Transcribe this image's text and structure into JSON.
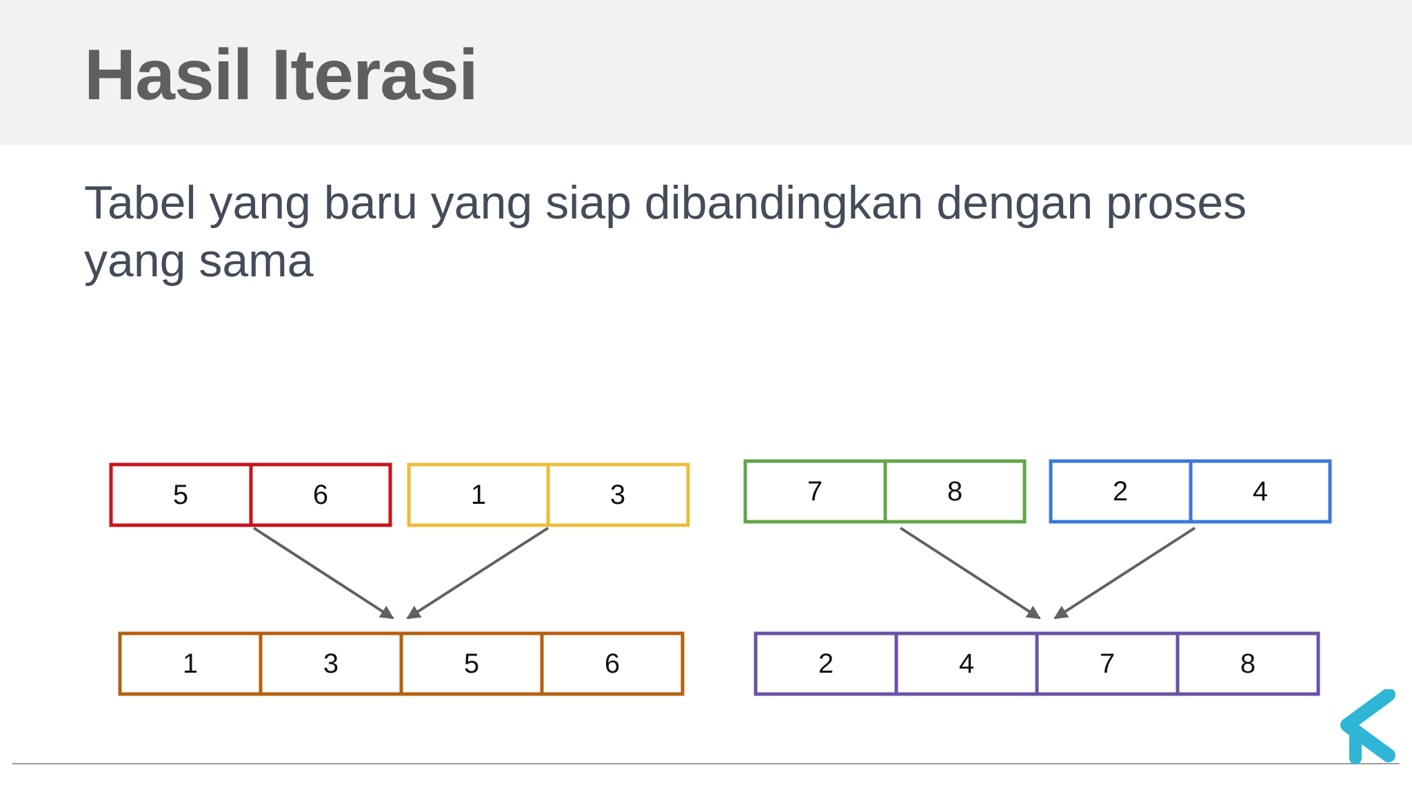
{
  "slide": {
    "title": "Hasil Iterasi",
    "subtitle": "Tabel yang baru yang siap dibandingkan dengan proses yang sama"
  },
  "diagram": {
    "top_tables": [
      {
        "color": "#c8141c",
        "values": [
          "5",
          "6"
        ]
      },
      {
        "color": "#ebbd3a",
        "values": [
          "1",
          "3"
        ]
      },
      {
        "color": "#63a54a",
        "values": [
          "7",
          "8"
        ]
      },
      {
        "color": "#3b78d8",
        "values": [
          "2",
          "4"
        ]
      }
    ],
    "bottom_tables": [
      {
        "color": "#b5600f",
        "values": [
          "1",
          "3",
          "5",
          "6"
        ]
      },
      {
        "color": "#6a52a5",
        "values": [
          "2",
          "4",
          "7",
          "8"
        ]
      }
    ],
    "arrow_color": "#616161"
  },
  "logo": {
    "icon": "k-logo-icon",
    "color": "#2fb6d6"
  }
}
